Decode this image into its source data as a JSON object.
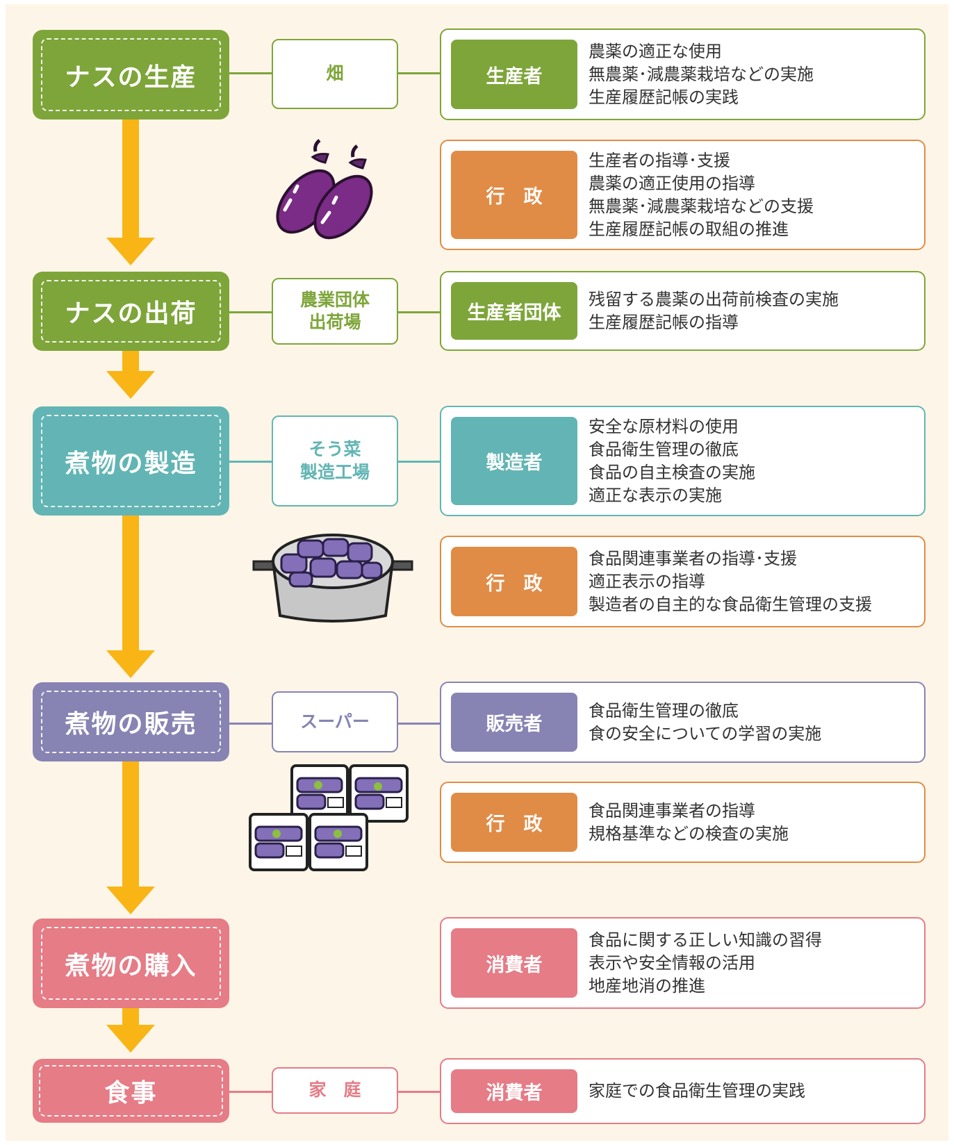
{
  "colors": {
    "green": "#7ea53a",
    "teal": "#62b5b4",
    "purple": "#8783b3",
    "pink": "#e57c86",
    "orange": "#e08c46",
    "arrow": "#f9b516",
    "band": "#fdf5e7"
  },
  "stages": {
    "production": "ナスの生産",
    "shipping": "ナスの出荷",
    "manufacturing": "煮物の製造",
    "sales": "煮物の販売",
    "purchase": "煮物の購入",
    "meal": "食事"
  },
  "places": {
    "field": "畑",
    "shipping": "農業団体\n出荷場",
    "factory": "そう菜\n製造工場",
    "supermarket": "スーパー",
    "home": "家　庭"
  },
  "boxes": {
    "producer": {
      "role": "生産者",
      "lines": [
        "農薬の適正な使用",
        "無農薬･減農薬栽培などの実施",
        "生産履歴記帳の実践"
      ]
    },
    "gov_production": {
      "role": "行　政",
      "lines": [
        "生産者の指導･支援",
        "農薬の適正使用の指導",
        "無農薬･減農薬栽培などの支援",
        "生産履歴記帳の取組の推進"
      ]
    },
    "producer_group": {
      "role": "生産者団体",
      "lines": [
        "残留する農薬の出荷前検査の実施",
        "生産履歴記帳の指導"
      ]
    },
    "manufacturer": {
      "role": "製造者",
      "lines": [
        "安全な原材料の使用",
        "食品衛生管理の徹底",
        "食品の自主検査の実施",
        "適正な表示の実施"
      ]
    },
    "gov_manufacturing": {
      "role": "行　政",
      "lines": [
        "食品関連事業者の指導･支援",
        "適正表示の指導",
        "製造者の自主的な食品衛生管理の支援"
      ]
    },
    "seller": {
      "role": "販売者",
      "lines": [
        "食品衛生管理の徹底",
        "食の安全についての学習の実施"
      ]
    },
    "gov_sales": {
      "role": "行　政",
      "lines": [
        "食品関連事業者の指導",
        "規格基準などの検査の実施"
      ]
    },
    "consumer_purchase": {
      "role": "消費者",
      "lines": [
        "食品に関する正しい知識の習得",
        "表示や安全情報の活用",
        "地産地消の推進"
      ]
    },
    "consumer_meal": {
      "role": "消費者",
      "lines": [
        "家庭での食品衛生管理の実践"
      ]
    }
  },
  "illustrations": {
    "eggplant": "eggplant-icon",
    "pot": "pot-icon",
    "packs": "food-pack-icon"
  }
}
